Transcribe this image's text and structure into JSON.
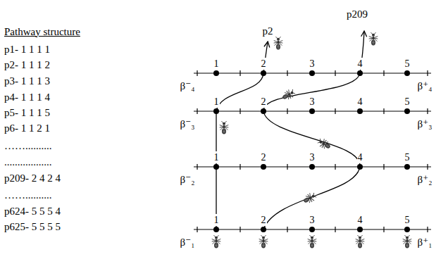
{
  "diagram": {
    "labels": [
      "Pathway structure",
      "p1- 1 1 1 1",
      "p2- 1 1 1 2",
      "p3- 1 1 1 3",
      "p4- 1 1 1 4",
      "p5- 1 1 1 5",
      "p6- 1 1 2 1",
      "……..........",
      "..................",
      "p209- 2 4 2 4",
      "……..........",
      "p624- 5 5 5 4",
      "p625- 5 5 5 5",
      "p2",
      "p209",
      "1",
      "2",
      "3",
      "4",
      "5",
      "β⁻₄",
      "β⁺₄",
      "1",
      "2",
      "3",
      "4",
      "5",
      "β⁻₃",
      "β⁺₃",
      "1",
      "2",
      "3",
      "4",
      "5",
      "β⁻₂",
      "β⁺₂",
      "1",
      "2",
      "3",
      "4",
      "5",
      "β⁻₁",
      "β⁺₁"
    ]
  }
}
